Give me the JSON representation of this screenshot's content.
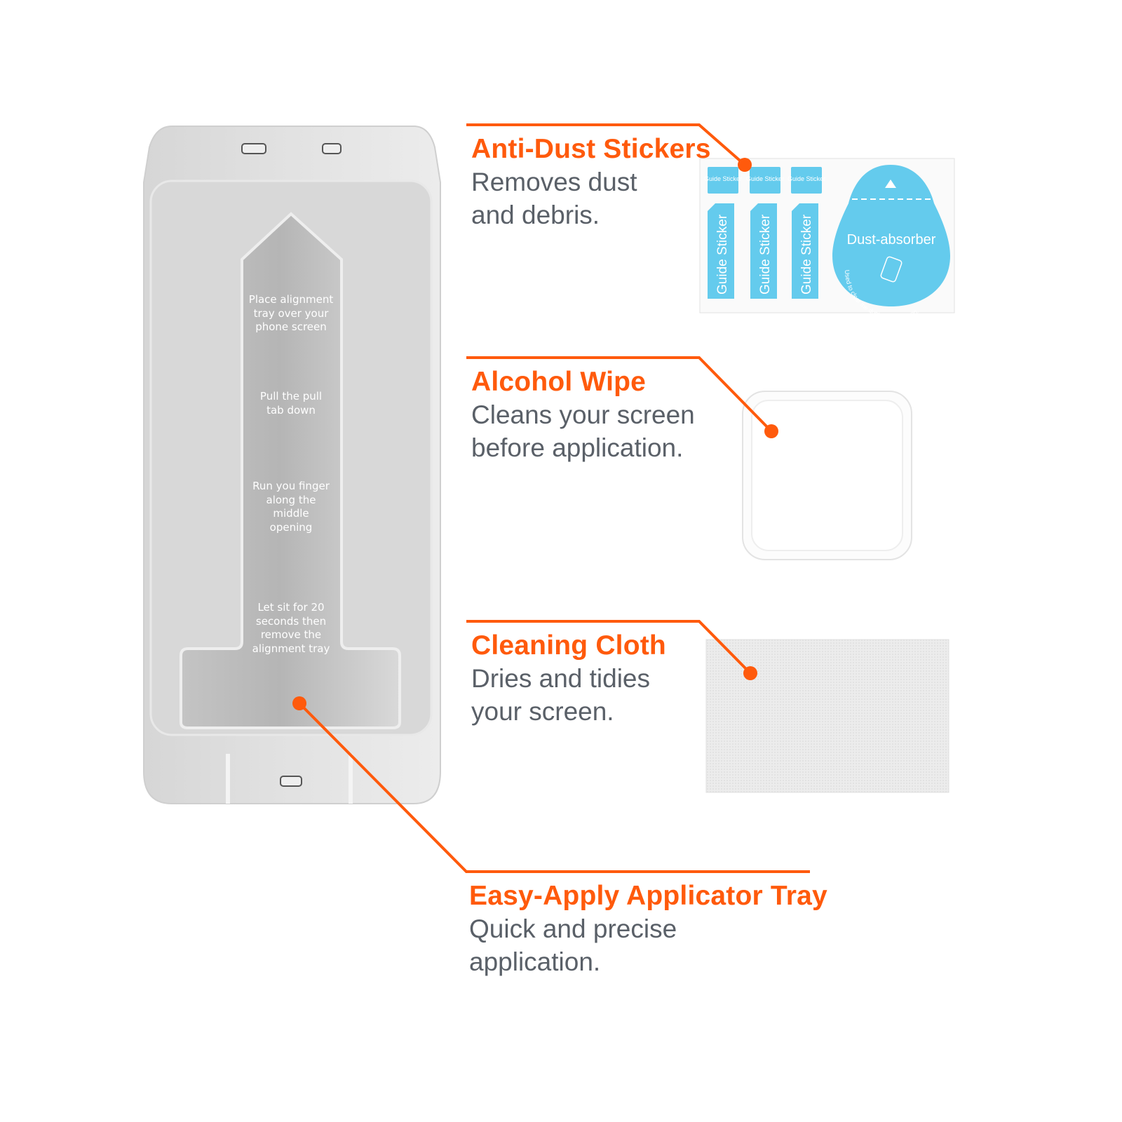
{
  "accent_color": "#ff5a0c",
  "callouts": [
    {
      "title": "Anti-Dust Stickers",
      "line1": "Removes dust",
      "line2": "and debris."
    },
    {
      "title": "Alcohol Wipe",
      "line1": "Cleans your screen",
      "line2": "before application."
    },
    {
      "title": "Cleaning Cloth",
      "line1": "Dries and tidies",
      "line2": "your screen."
    },
    {
      "title": "Easy-Apply Applicator Tray",
      "line1": "Quick and precise",
      "line2": "application."
    }
  ],
  "tray_steps": [
    "Place alignment tray over your phone screen",
    "Pull the pull tab down",
    "Run you finger along the middle opening",
    "Let sit for 20 seconds then remove the alignment tray"
  ],
  "stickers": {
    "guide_label": "Guide Sticker",
    "absorber_label": "Dust-absorber",
    "absorber_caption": "Used to clear the dust on the screen."
  }
}
